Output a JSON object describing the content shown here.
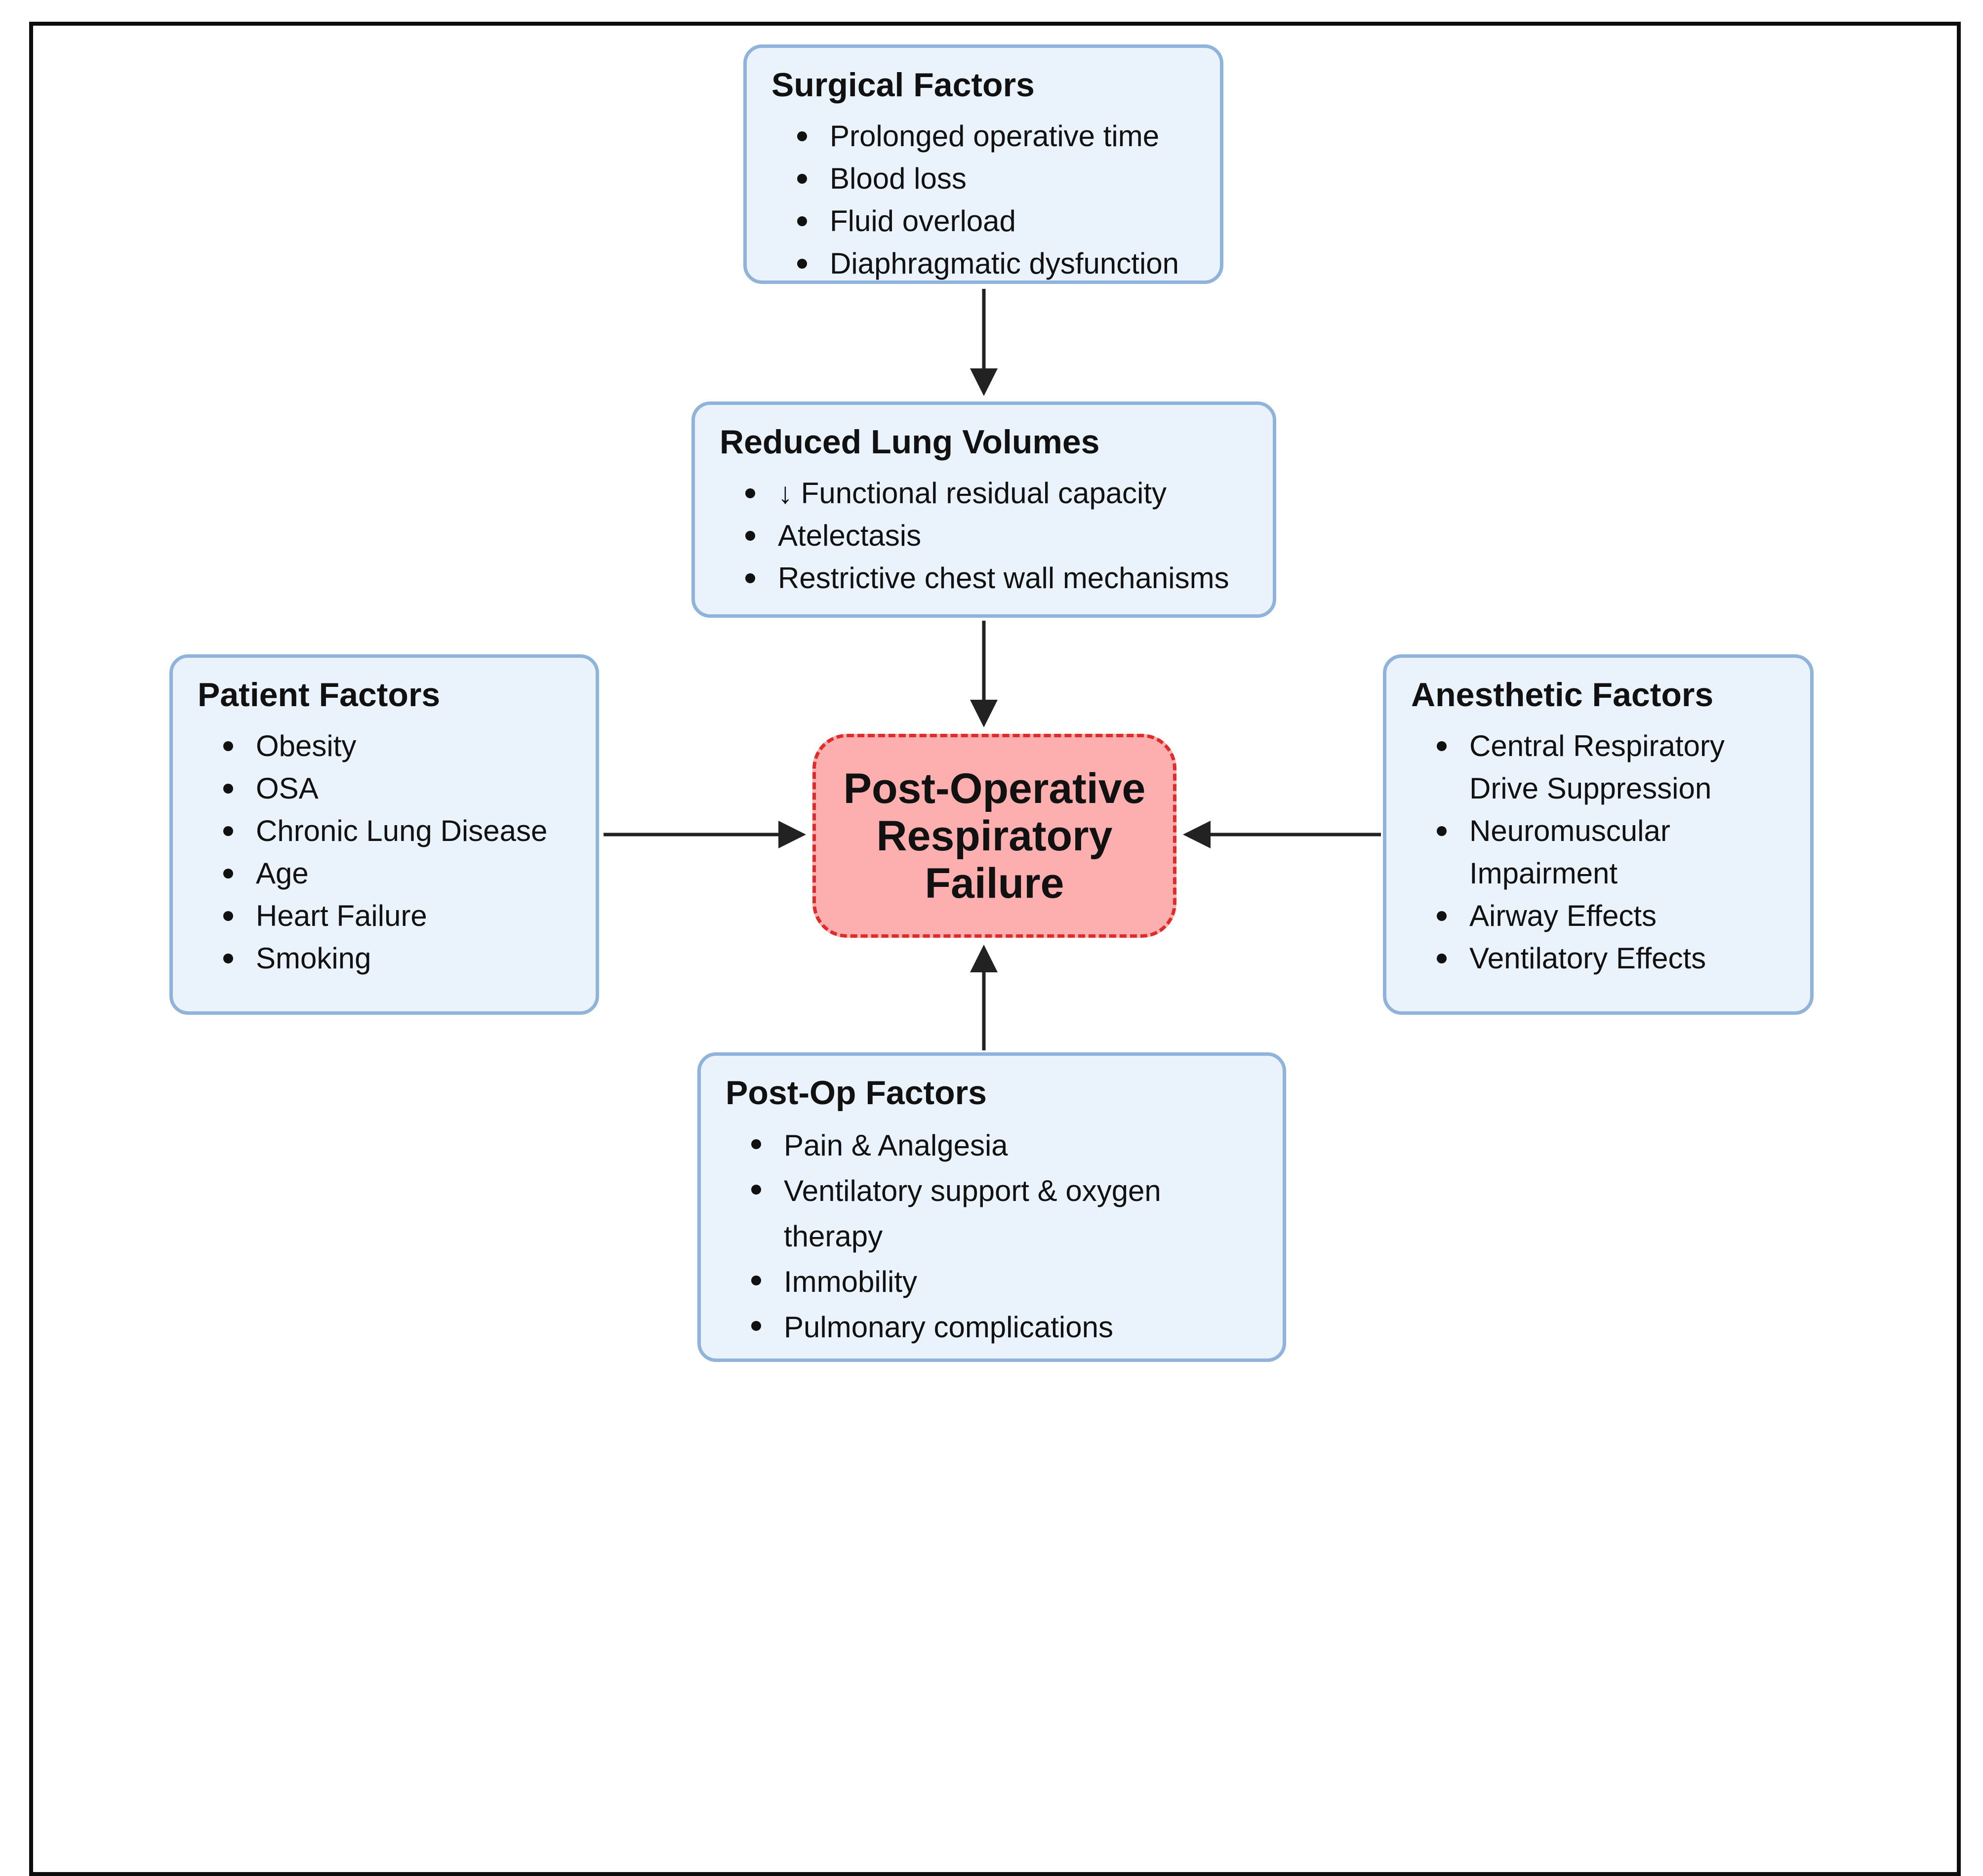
{
  "surgical": {
    "title": "Surgical Factors",
    "items": [
      "Prolonged operative time",
      "Blood loss",
      "Fluid overload",
      "Diaphragmatic dysfunction"
    ]
  },
  "lung": {
    "title": "Reduced Lung Volumes",
    "items": [
      "↓ Functional residual capacity",
      "Atelectasis",
      "Restrictive chest wall mechanisms"
    ]
  },
  "patient": {
    "title": "Patient Factors",
    "items": [
      "Obesity",
      "OSA",
      "Chronic Lung Disease",
      "Age",
      "Heart Failure",
      "Smoking"
    ]
  },
  "anesthetic": {
    "title": "Anesthetic Factors",
    "items": [
      "Central Respiratory Drive Suppression",
      "Neuromuscular Impairment",
      "Airway Effects",
      "Ventilatory Effects"
    ]
  },
  "postop": {
    "title": "Post-Op Factors",
    "items": [
      "Pain & Analgesia",
      "Ventilatory support & oxygen therapy",
      "Immobility",
      "Pulmonary complications"
    ]
  },
  "center": {
    "label": "Post-Operative\nRespiratory\nFailure"
  },
  "colors": {
    "box_fill": "#eaf3fc",
    "box_border": "#8fb3da",
    "center_fill": "#fdaeae",
    "center_border": "#e02b2b",
    "arrow": "#222222"
  }
}
